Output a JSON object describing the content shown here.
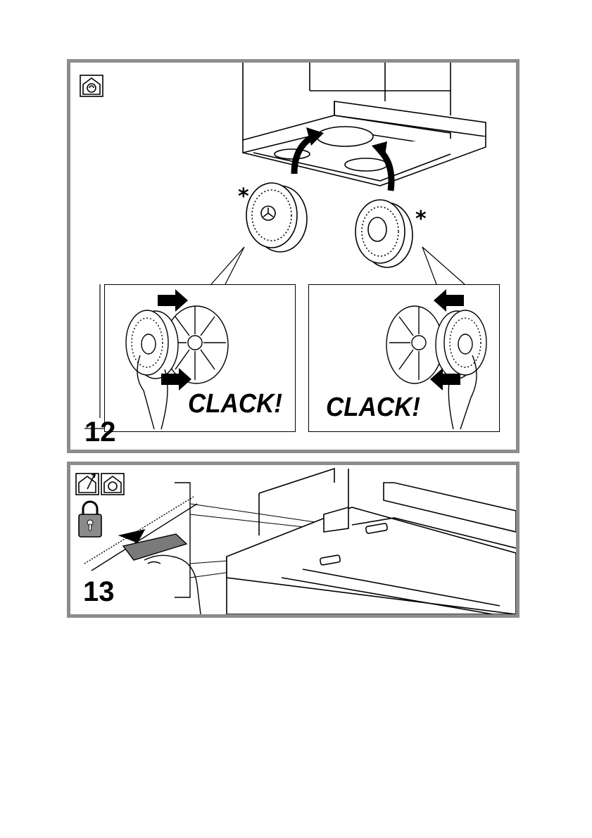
{
  "panel12": {
    "step_number": "12",
    "left_inset": {
      "label": "CLACK!"
    },
    "right_inset": {
      "label": "CLACK!"
    },
    "asterisk_left": "*",
    "asterisk_right": "*",
    "icons": [
      "recirculation-mode-icon"
    ]
  },
  "panel13": {
    "step_number": "13",
    "icons": [
      "extraction-mode-icon",
      "recirculation-mode-icon",
      "padlock-icon"
    ]
  },
  "colors": {
    "frame": "#8c8c8c",
    "line": "#000000",
    "padlock": "#8a8a8a",
    "filter_plate": "#7a7a7a"
  }
}
